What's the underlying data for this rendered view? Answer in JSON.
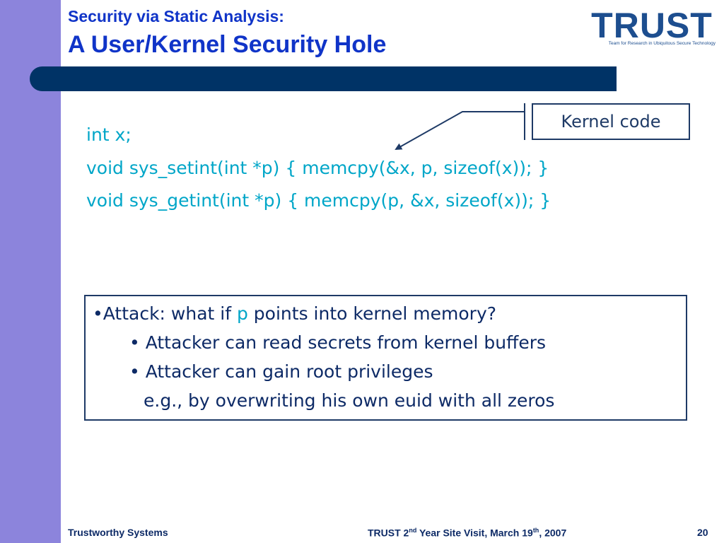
{
  "header": {
    "title_line1": "Security via Static Analysis:",
    "title_line2": "A User/Kernel Security Hole"
  },
  "logo": {
    "word": "TRUST",
    "tagline": "Team for Research in Ubiquitous Secure Technology"
  },
  "code": {
    "line1": "int x;",
    "line2": "void sys_setint(int *p) { memcpy(&x, p, sizeof(x)); }",
    "line3": "void sys_getint(int *p) { memcpy(p, &x, sizeof(x)); }"
  },
  "callout": {
    "label": "Kernel code"
  },
  "attack_box": {
    "bullet1_prefix": "•Attack: what if ",
    "bullet1_var": "p",
    "bullet1_suffix": " points into kernel memory?",
    "sub1": "• Attacker can read secrets from kernel buffers",
    "sub2": "• Attacker can gain root privileges",
    "sub2_example": "e.g., by overwriting his own euid with all zeros"
  },
  "footer": {
    "left": "Trustworthy Systems",
    "center_prefix": "TRUST 2",
    "center_sup1": "nd",
    "center_mid": " Year Site Visit, March 19",
    "center_sup2": "th",
    "center_suffix": ", 2007",
    "page_number": "20"
  },
  "colors": {
    "left_bar": "#8c84dc",
    "title": "#1034c8",
    "title_band": "#003366",
    "code": "#00a6c8",
    "body_text": "#0d2a66"
  }
}
